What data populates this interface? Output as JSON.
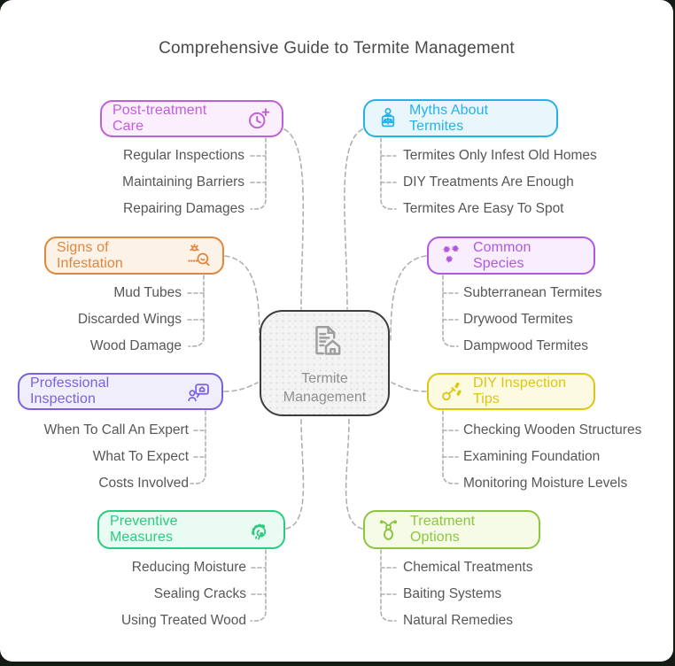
{
  "title": "Comprehensive Guide to Termite Management",
  "center": {
    "icon": "document-home-icon",
    "line1": "Termite",
    "line2": "Management"
  },
  "connector_color": "#b0b0b0",
  "branches": [
    {
      "label": "Post-treatment Care",
      "icon": "clock-plus-icon",
      "color": "#c05fd9",
      "bg": "#fbeefd",
      "children": [
        "Regular Inspections",
        "Maintaining Barriers",
        "Repairing Damages"
      ]
    },
    {
      "label": "Myths About Termites",
      "icon": "judge-scale-icon",
      "color": "#25b2e8",
      "bg": "#e9f7fd",
      "children": [
        "Termites Only Infest Old Homes",
        "DIY Treatments Are Enough",
        "Termites Are Easy To Spot"
      ]
    },
    {
      "label": "Signs of Infestation",
      "icon": "bug-search-icon",
      "color": "#e0873c",
      "bg": "#fcf2e8",
      "children": [
        "Mud Tubes",
        "Discarded Wings",
        "Wood Damage"
      ]
    },
    {
      "label": "Common Species",
      "icon": "bugs-trio-icon",
      "color": "#b158e0",
      "bg": "#f8eefd",
      "children": [
        "Subterranean Termites",
        "Drywood Termites",
        "Dampwood Termites"
      ]
    },
    {
      "label": "Professional Inspection",
      "icon": "person-home-chat-icon",
      "color": "#7b61dd",
      "bg": "#f0eefa",
      "children": [
        "When To Call An Expert",
        "What To Expect",
        "Costs Involved"
      ]
    },
    {
      "label": "DIY Inspection Tips",
      "icon": "wrench-screws-icon",
      "color": "#ddc514",
      "bg": "#fdfae2",
      "children": [
        "Checking Wooden Structures",
        "Examining Foundation",
        "Monitoring Moisture Levels"
      ]
    },
    {
      "label": "Preventive Measures",
      "icon": "larva-icon",
      "color": "#2dcb80",
      "bg": "#eafbf3",
      "children": [
        "Reducing Moisture",
        "Sealing Cracks",
        "Using Treated Wood"
      ]
    },
    {
      "label": "Treatment Options",
      "icon": "termite-icon",
      "color": "#8cc63f",
      "bg": "#f6fbe8",
      "children": [
        "Chemical Treatments",
        "Baiting Systems",
        "Natural Remedies"
      ]
    }
  ]
}
